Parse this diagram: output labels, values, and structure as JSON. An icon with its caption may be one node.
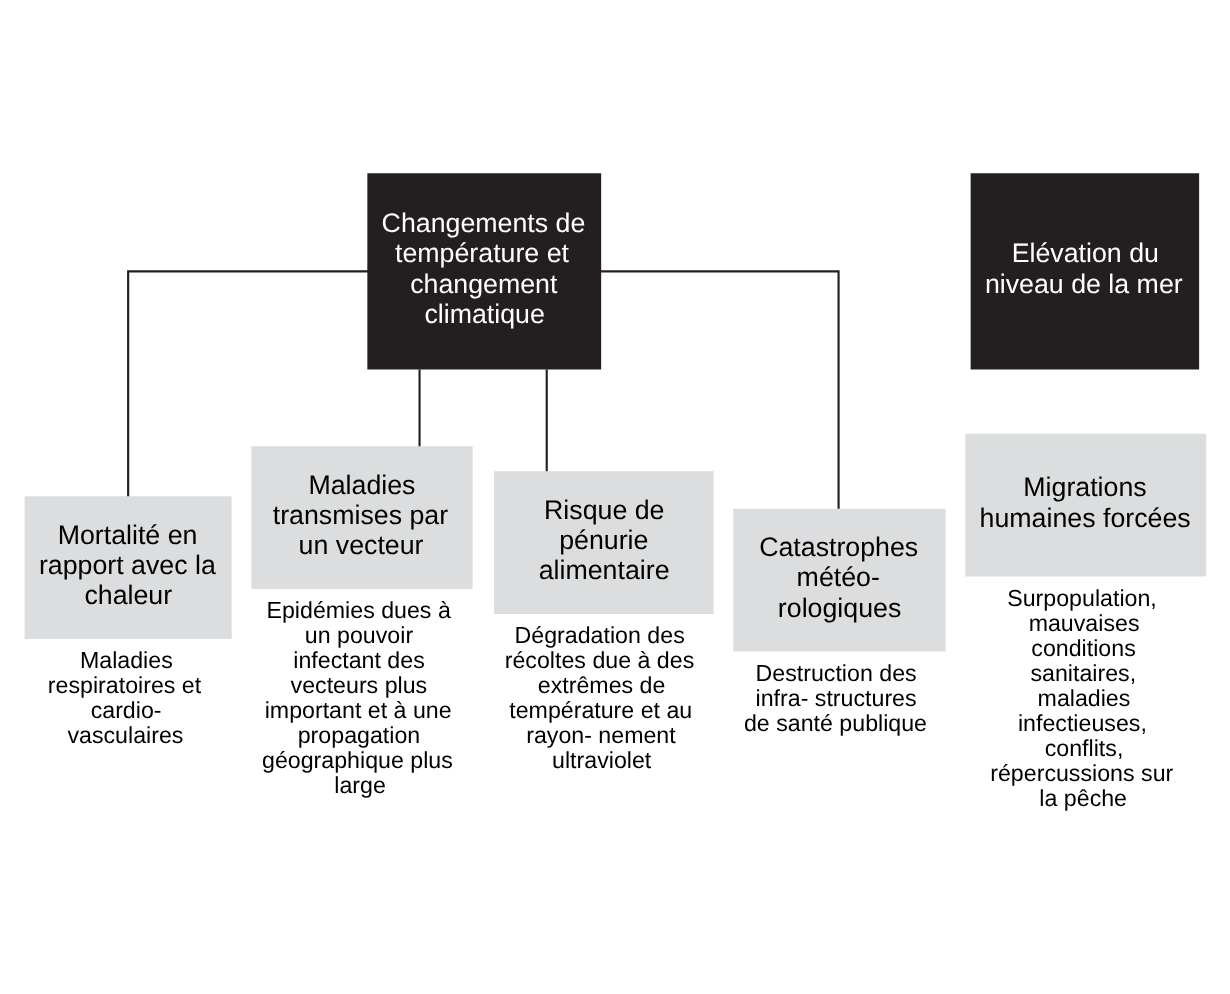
{
  "diagram": {
    "nodes": [
      {
        "text": [
          "Changements de température et changement climatique"
        ]
      },
      {
        "text": [
          "Elévation du niveau de la mer"
        ]
      },
      {
        "text": [
          "Mortalité en rapport avec la chaleur"
        ],
        "beside": [
          "Maladies respiratoires et cardio- vasculaires"
        ]
      },
      {
        "text": [
          "Maladies transmises par un vecteur"
        ],
        "beside": [
          "Epidémies dues à un pouvoir infectant des vecteurs plus important et à une propagation géographique plus large"
        ]
      },
      {
        "text": [
          "Risque de pénurie alimentaire"
        ],
        "beside": [
          "Dégradation des récoltes due à des extrêmes de température et au rayon- nement ultraviolet"
        ]
      },
      {
        "text": [
          "Catastrophes météo- rologiques"
        ],
        "beside": [
          "Destruction des infra- structures de santé publique"
        ]
      },
      {
        "text": [
          "Migrations humaines forcées"
        ],
        "beside": [
          "Surpopulation, mauvaises conditions sanitaires, maladies infectieuses, conflits, répercussions sur la pêche"
        ]
      }
    ],
    "edges": [
      {
        "from": 0,
        "to": 2,
        "arrow": "none"
      },
      {
        "from": 0,
        "to": 3,
        "arrow": "none"
      },
      {
        "from": 0,
        "to": 4,
        "arrow": "none"
      },
      {
        "from": 0,
        "to": 5,
        "arrow": "none"
      }
    ]
  }
}
